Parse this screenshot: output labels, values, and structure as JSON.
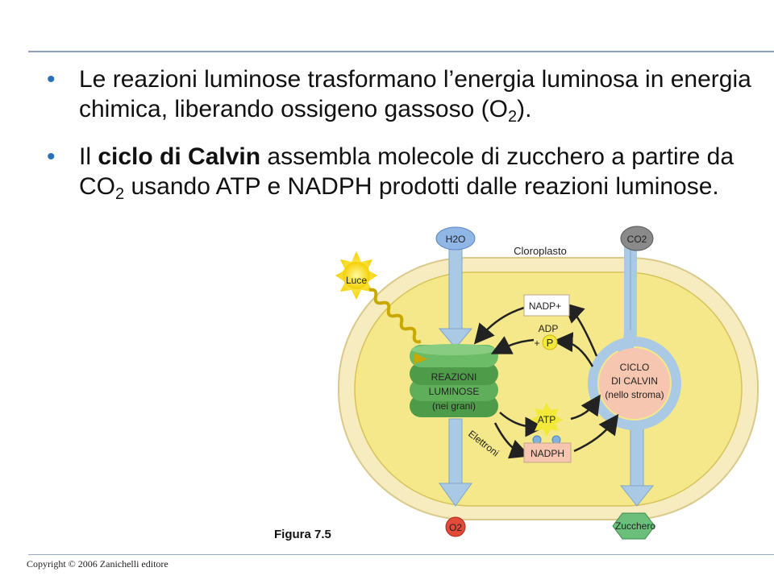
{
  "bullets": [
    {
      "text_a": "Le reazioni luminose trasformano l’energia luminosa in energia chimica, liberando ossigeno gassoso (O",
      "sub": "2",
      "text_b": ")."
    },
    {
      "text_a": "Il ",
      "bold": "ciclo di Calvin",
      "text_b": " assembla molecole di zucchero a partire da CO",
      "sub": "2",
      "text_c": " usando ATP e NADPH prodotti dalle reazioni luminose."
    }
  ],
  "diagram": {
    "h2o_label": "H2O",
    "co2_label": "CO2",
    "chloroplast_label": "Cloroplasto",
    "light_label": "Luce",
    "nadp_label": "NADP+",
    "adp_label": "ADP",
    "p_label": "P",
    "light_reactions": [
      "REAZIONI",
      "LUMINOSE",
      "(nei grani)"
    ],
    "calvin_cycle": [
      "CICLO",
      "DI CALVIN",
      "(nello stroma)"
    ],
    "atp_label": "ATP",
    "nadph_label": "NADPH",
    "electrons_label": "Elettroni",
    "o2_label": "O2",
    "sugar_label": "Zucchero"
  },
  "figure_label": "Figura 7.5",
  "copyright": "Copyright © 2006 Zanichelli editore",
  "colors": {
    "bullet": "#2a6fb8",
    "chloroplast_outer": "#f6ecc0",
    "chloroplast_inner": "#f5e88a",
    "grana": "#5fae5a",
    "calvin": "#f6c6b0",
    "atp_burst": "#f2e93a",
    "arrow_blue": "#a9c9e4"
  }
}
